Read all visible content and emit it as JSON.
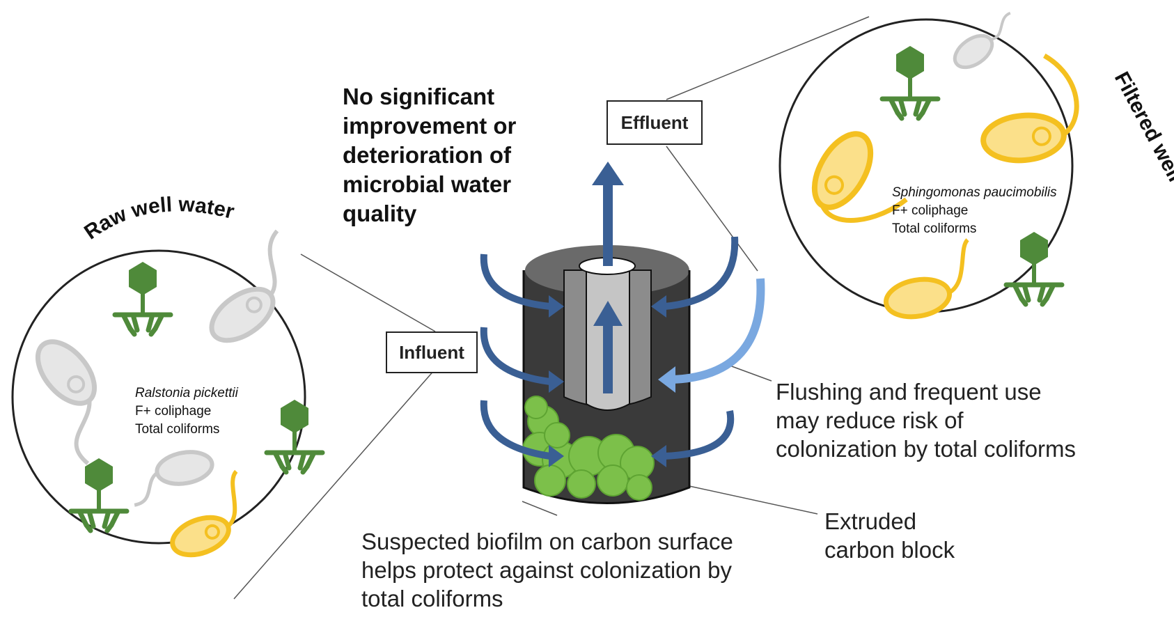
{
  "headline": [
    "No significant",
    "improvement or",
    "deterioration of",
    "microbial water",
    "quality"
  ],
  "labels": {
    "influent": "Influent",
    "effluent": "Effluent",
    "raw_title": "Raw well water",
    "filtered_title": "Filtered well water"
  },
  "raw_organisms": {
    "species": "Ralstonia pickettii",
    "coliphage": "F+ coliphage",
    "coliforms": "Total coliforms"
  },
  "filtered_organisms": {
    "species": "Sphingomonas paucimobilis",
    "coliphage": "F+ coliphage",
    "coliforms": "Total coliforms"
  },
  "flushing": [
    "Flushing and frequent use",
    "may reduce risk of",
    "colonization by total coliforms"
  ],
  "carbon_block": [
    "Extruded",
    "carbon block"
  ],
  "biofilm": [
    "Suspected biofilm on carbon surface",
    "helps protect against colonization by",
    "total coliforms"
  ],
  "colors": {
    "arrow_dark": "#3a5f94",
    "arrow_light": "#7aa8e0",
    "phage_green": "#4f8a3a",
    "bacteria_gray": "#c8c8c8",
    "bacteria_yellow": "#f4c020",
    "biofilm_green": "#7cc04a",
    "carbon_dark": "#3a3a3a"
  },
  "icons": [
    "bacteriophage-icon",
    "bacterium-icon",
    "biofilm-icon",
    "flow-arrow-icon"
  ]
}
